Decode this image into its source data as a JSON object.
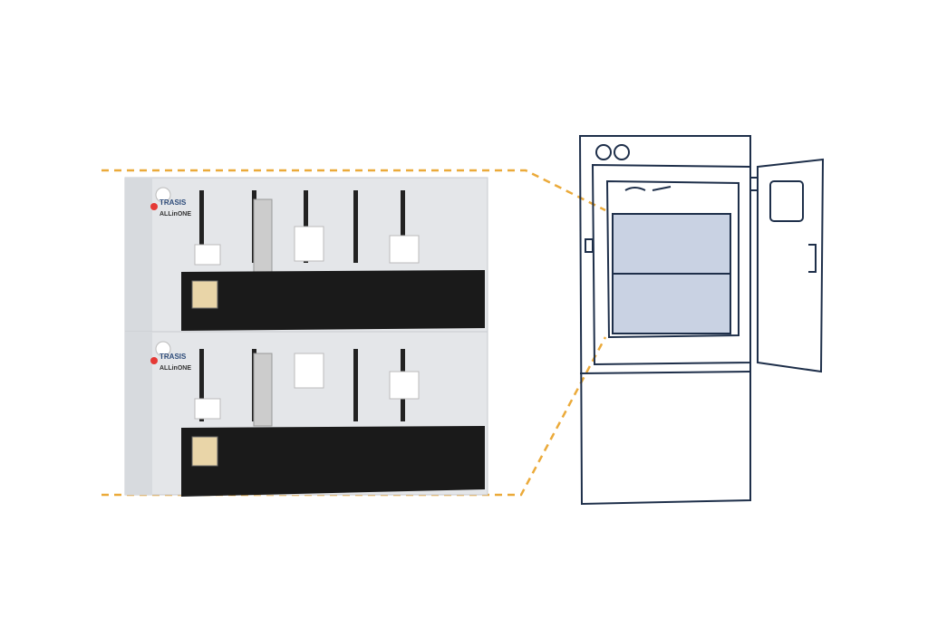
{
  "device": {
    "brand_logo": "TRASIS",
    "product_logo": "ALLinONE",
    "units": 2
  },
  "colors": {
    "callout_dashes": "#EBAA3A",
    "cabinet_outline": "#1E2F4A",
    "module_fill": "#C9D2E3",
    "synthesizer_body": "#E4E6E9",
    "tray": "#1A1A1A"
  }
}
